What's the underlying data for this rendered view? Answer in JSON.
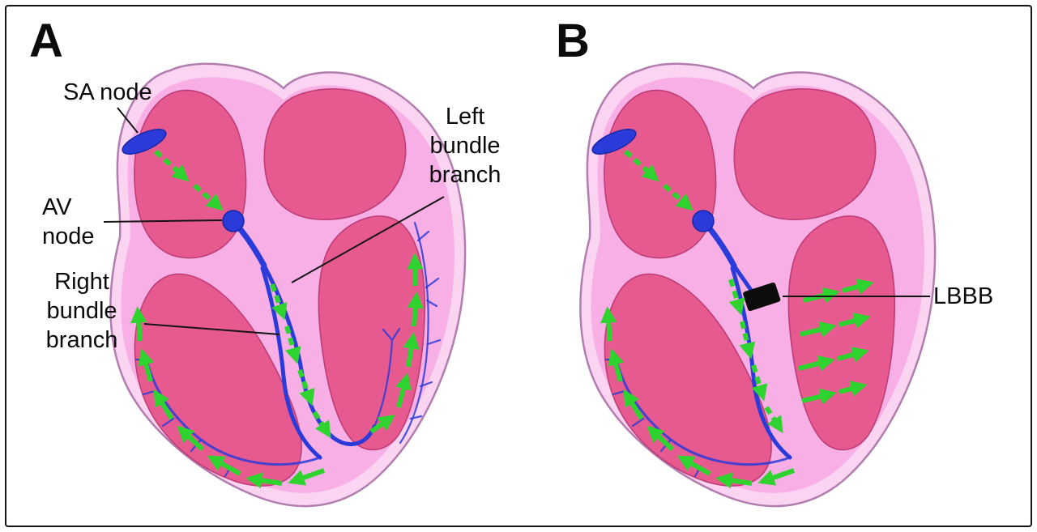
{
  "colors": {
    "background": "#ffffff",
    "frame_border": "#141414",
    "heart_outer": "#fbd4f2",
    "heart_wall": "#f490dd",
    "heart_outline": "#b27dae",
    "chamber": "#e65a8f",
    "chamber_outline": "#bf3d77",
    "conduction_blue": "#2b3bd9",
    "node_outline": "#1826a8",
    "arrow_green": "#2fd32f",
    "block_black": "#0c0c0c",
    "label_text": "#0b0b0b"
  },
  "panel_a": {
    "label": "A",
    "annotations": {
      "sa_node": "SA node",
      "av_node": [
        "AV",
        "node"
      ],
      "left_bundle": [
        "Left",
        "bundle",
        "branch"
      ],
      "right_bundle": [
        "Right",
        "bundle",
        "branch"
      ]
    }
  },
  "panel_b": {
    "label": "B",
    "annotations": {
      "lbbb": "LBBB"
    }
  }
}
